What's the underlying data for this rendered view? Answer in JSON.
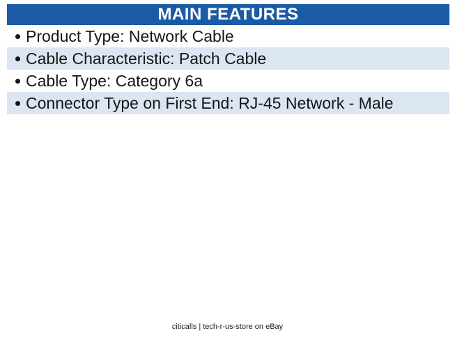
{
  "header": {
    "title": "MAIN FEATURES"
  },
  "features": {
    "items": [
      {
        "label": "Product Type: Network Cable",
        "highlighted": false
      },
      {
        "label": "Cable Characteristic: Patch Cable",
        "highlighted": true
      },
      {
        "label": "Cable Type: Category 6a",
        "highlighted": false
      },
      {
        "label": "Connector Type on First End: RJ-45 Network - Male",
        "highlighted": true
      }
    ]
  },
  "footer": {
    "caption": "citicalls | tech-r-us-store on eBay"
  },
  "colors": {
    "header_bar": "#1b5ba6",
    "header_text": "#ffffff",
    "row_highlight": "#dbe6f2",
    "body_text": "#161616",
    "bullet": "#121220",
    "caption_text": "#1a1a1a"
  }
}
